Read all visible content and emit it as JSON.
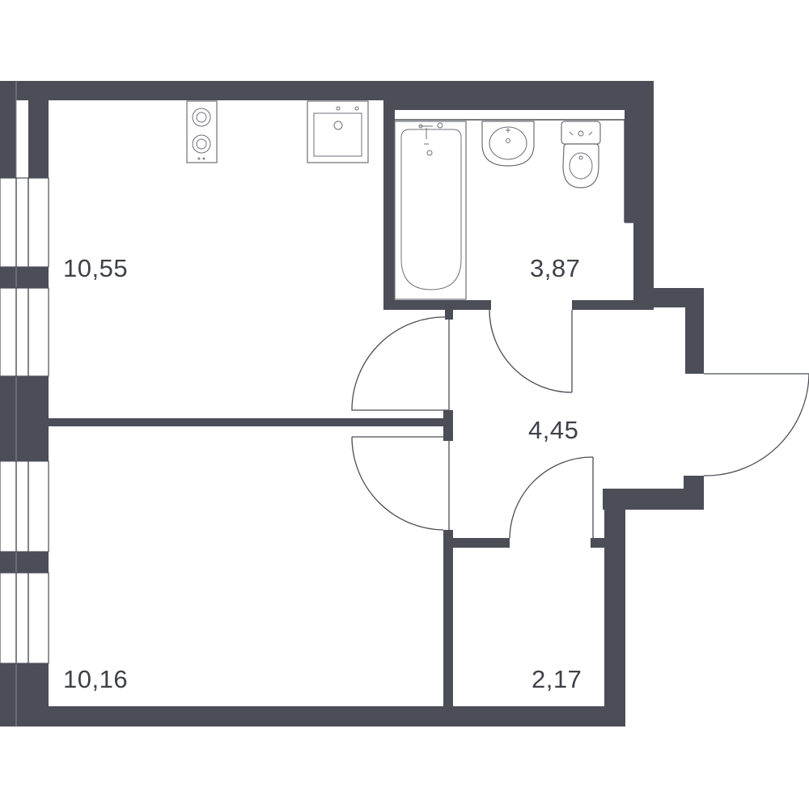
{
  "rooms": [
    {
      "id": "kitchen-living",
      "area": "10,55"
    },
    {
      "id": "bathroom",
      "area": "3,87"
    },
    {
      "id": "hallway",
      "area": "4,45"
    },
    {
      "id": "bedroom",
      "area": "10,16"
    },
    {
      "id": "storage",
      "area": "2,17"
    }
  ],
  "colors": {
    "wall": "#4b4e57",
    "label": "#3f4149",
    "background": "#ffffff"
  },
  "fixtures": [
    "cooktop",
    "kitchen-sink",
    "bathtub",
    "washbasin",
    "toilet"
  ]
}
